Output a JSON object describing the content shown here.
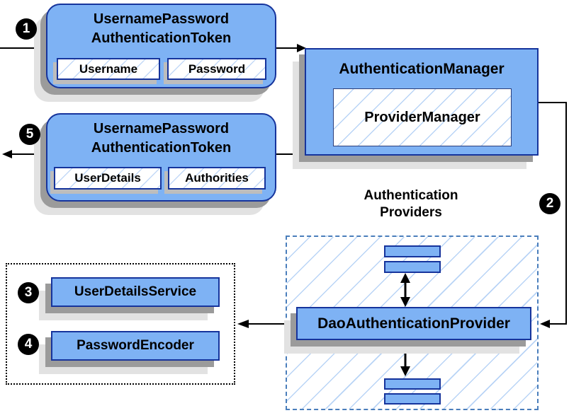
{
  "colors": {
    "box_fill": "#7eb2f4",
    "box_border": "#16349c",
    "hatch_line": "#b9d4f6",
    "group_dashed_border": "#4a7ebb",
    "group_dotted_border": "#000000",
    "shadow_dark": "#9b9b9b",
    "shadow_light": "#e2e2e2",
    "connector": "#000000",
    "badge_bg": "#000000",
    "badge_text": "#ffffff"
  },
  "nodes": {
    "request_token": {
      "title_line1": "UsernamePassword",
      "title_line2": "AuthenticationToken",
      "fields": [
        "Username",
        "Password"
      ],
      "step_badge": "1"
    },
    "authentication_manager": {
      "title": "AuthenticationManager",
      "inner_box": "ProviderManager"
    },
    "result_token": {
      "title_line1": "UsernamePassword",
      "title_line2": "AuthenticationToken",
      "fields": [
        "UserDetails",
        "Authorities"
      ],
      "step_badge": "5"
    },
    "providers_group": {
      "label_line1": "Authentication",
      "label_line2": "Providers",
      "step_badge": "2",
      "provider": "DaoAuthenticationProvider"
    },
    "collaborators": {
      "items": [
        {
          "label": "UserDetailsService",
          "step_badge": "3"
        },
        {
          "label": "PasswordEncoder",
          "step_badge": "4"
        }
      ]
    }
  }
}
